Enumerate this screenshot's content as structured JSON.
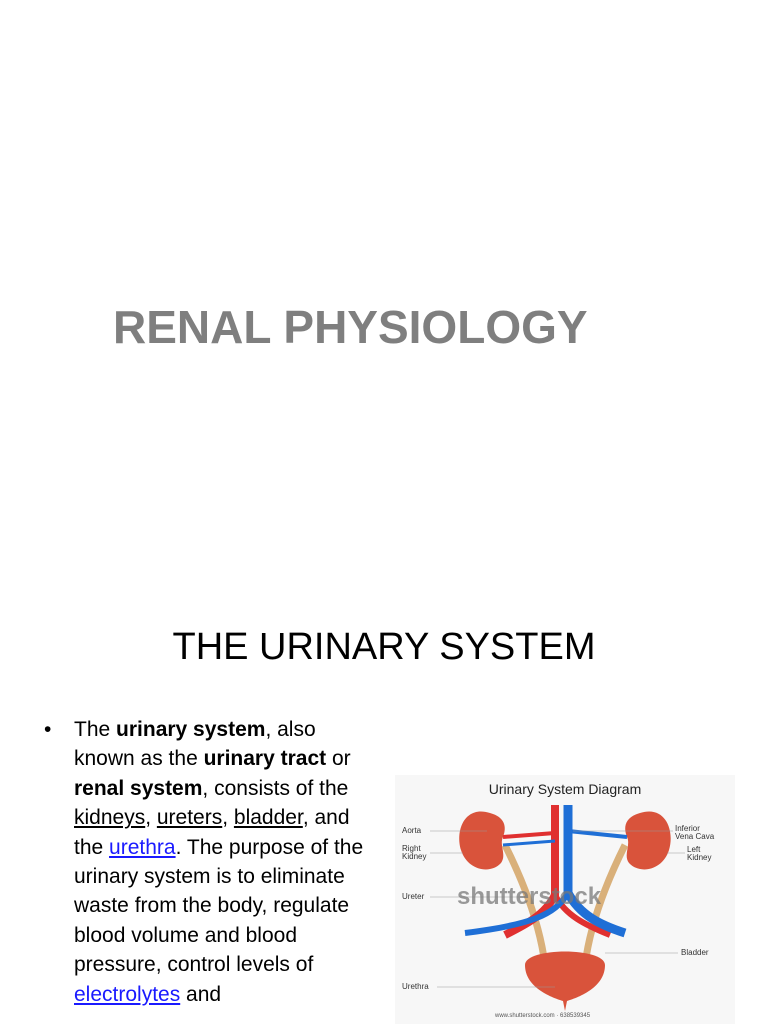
{
  "slide1": {
    "title": "RENAL PHYSIOLOGY"
  },
  "slide2": {
    "title": "THE URINARY SYSTEM",
    "bullet": "•",
    "text": {
      "t1": "The ",
      "t2": "urinary system",
      "t3": ", also known as the ",
      "t4": "urinary tract",
      "t5": " or ",
      "t6": "renal system",
      "t7": ", consists of the ",
      "t8": "kidneys",
      "t9": ", ",
      "t10": "ureters",
      "t11": ", ",
      "t12": "bladder",
      "t13": ", and the ",
      "t14": "urethra",
      "t15": ". The purpose of the urinary system is to eliminate waste from the body, regulate blood volume and blood pressure, control levels of ",
      "t16": "electrolytes",
      "t17": " and"
    },
    "diagram": {
      "title": "Urinary System Diagram",
      "labels": {
        "aorta": "Aorta",
        "right_kidney_1": "Right",
        "right_kidney_2": "Kidney",
        "ureter": "Ureter",
        "urethra": "Urethra",
        "ivc_1": "Inferior",
        "ivc_2": "Vena Cava",
        "left_kidney_1": "Left",
        "left_kidney_2": "Kidney",
        "bladder": "Bladder"
      },
      "watermark": "shutterstock",
      "credit": "www.shutterstock.com · 638539345",
      "colors": {
        "kidney": "#d9533b",
        "artery": "#e03030",
        "vein": "#1f6fd6",
        "ureter": "#d9b07a"
      }
    }
  }
}
